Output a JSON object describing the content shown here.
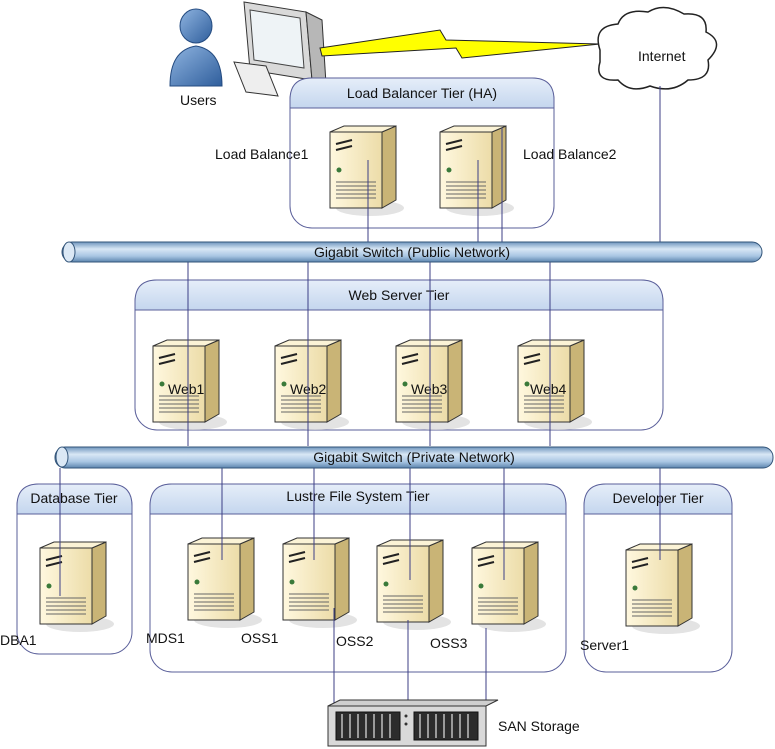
{
  "users_label": "Users",
  "internet_label": "Internet",
  "tiers": {
    "load_balancer": "Load Balancer Tier (HA)",
    "web": "Web Server Tier",
    "database": "Database Tier",
    "lustre": "Lustre File System Tier",
    "developer": "Developer Tier"
  },
  "switches": {
    "public": "Gigabit Switch (Public Network)",
    "private": "Gigabit Switch (Private Network)"
  },
  "servers": {
    "lb1": "Load Balance1",
    "lb2": "Load Balance2",
    "web1": "Web1",
    "web2": "Web2",
    "web3": "Web3",
    "web4": "Web4",
    "dba1": "DBA1",
    "mds1": "MDS1",
    "oss1": "OSS1",
    "oss2": "OSS2",
    "oss3": "OSS3",
    "server1": "Server1"
  },
  "san_label": "SAN Storage",
  "colors": {
    "tier_header": "#cfdff3",
    "tier_border": "#5a5f9a",
    "pipe": "#a9c6e3",
    "pipe_dark": "#6f95bd",
    "server_body": "#f3e7c1",
    "server_side": "#cbb67d",
    "line": "#3c3f86",
    "bolt": "#ffff00"
  }
}
